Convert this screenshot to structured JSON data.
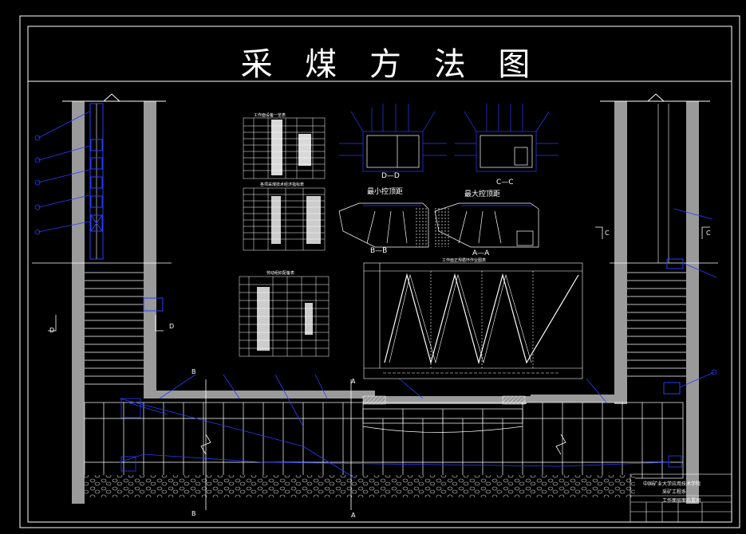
{
  "title": "采 煤 方 法 图",
  "section_labels": {
    "dd_view": "D—D",
    "cc_view": "C—C",
    "bb_view": "B—B",
    "aa_view": "A—A",
    "min_roof": "最小控顶距",
    "max_roof": "最大控顶距",
    "mark_a": "A",
    "mark_b": "B",
    "mark_c": "C",
    "mark_d": "D"
  },
  "tables": {
    "equipment_title": "工作面设备一览表",
    "tech_title": "各项采煤技术经济指标表",
    "labor_title": "劳动组织配备表",
    "cycle_title": "工作面正规循环作业图表"
  },
  "title_block": {
    "school": "中国矿业大学应用技术学院",
    "dept": "采矿工程系",
    "drawing_name": "工作面层面布置图"
  },
  "colors": {
    "line": "#ffffff",
    "accent": "#2a3cff",
    "gray": "#9a9a9a",
    "background": "#000000"
  }
}
